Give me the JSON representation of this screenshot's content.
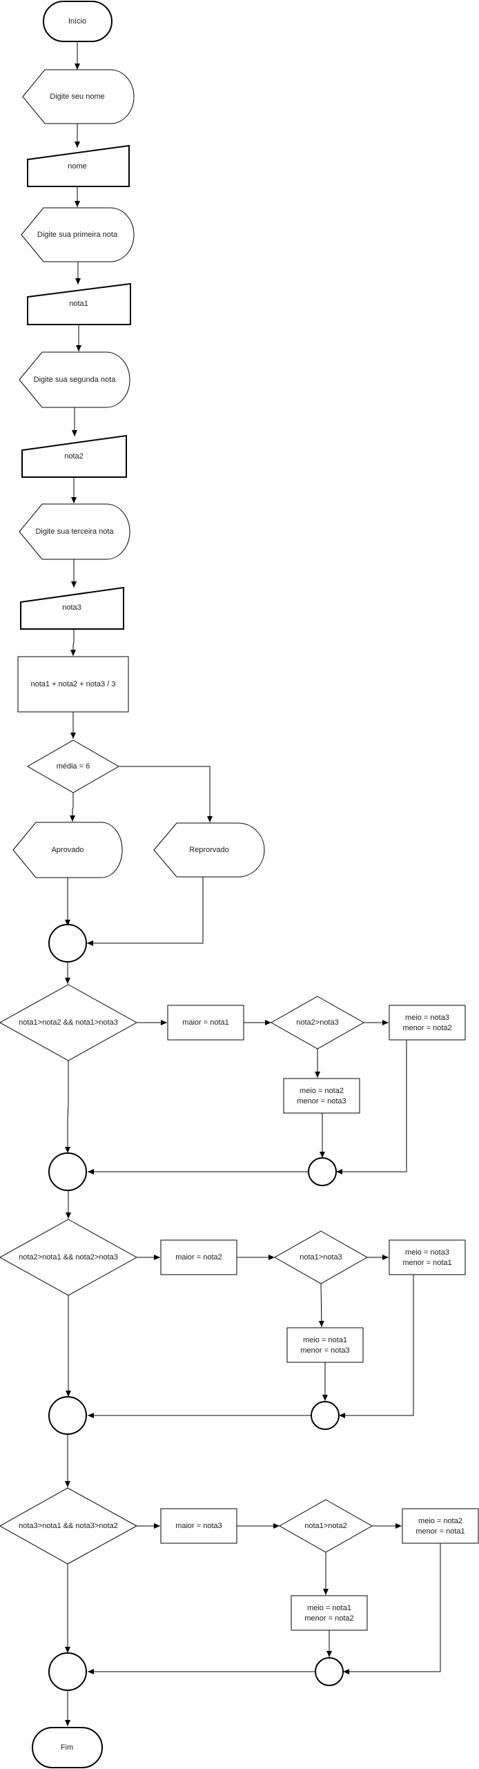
{
  "flowchart": {
    "start": "Início",
    "prompt_name": "Digite seu nome",
    "input_name": "nome",
    "prompt_first": "Digite sua primeira nota",
    "input_first": "nota1",
    "prompt_second": "Digite sua segunda nota",
    "input_second": "nota2",
    "prompt_third": "Digite sua terceira nota",
    "input_third": "nota3",
    "compute": "nota1 + nota2 + nota3 / 3",
    "decision_average": "média = 6",
    "approved": "Aprovado",
    "failed": "Reprorvado",
    "block1": {
      "condition": "nota1>nota2 && nota1>nota3",
      "assign_max": "maior = nota1",
      "sub_condition": "nota2>nota3",
      "right_line1": "meio = nota3",
      "right_line2": "menor = nota2",
      "down_line1": "meio = nota2",
      "down_line2": "menor = nota3"
    },
    "block2": {
      "condition": "nota2>nota1 && nota2>nota3",
      "assign_max": "maior = nota2",
      "sub_condition": "nota1>nota3",
      "right_line1": "meio = nota3",
      "right_line2": "menor = nota1",
      "down_line1": "meio = nota1",
      "down_line2": "menor = nota3"
    },
    "block3": {
      "condition": "nota3>nota1 && nota3>nota2",
      "assign_max": "maior = nota3",
      "sub_condition": "nota1>nota2",
      "right_line1": "meio = nota2",
      "right_line2": "menor = nota1",
      "down_line1": "meio = nota1",
      "down_line2": "menor = nota2"
    },
    "end": "Fim"
  }
}
